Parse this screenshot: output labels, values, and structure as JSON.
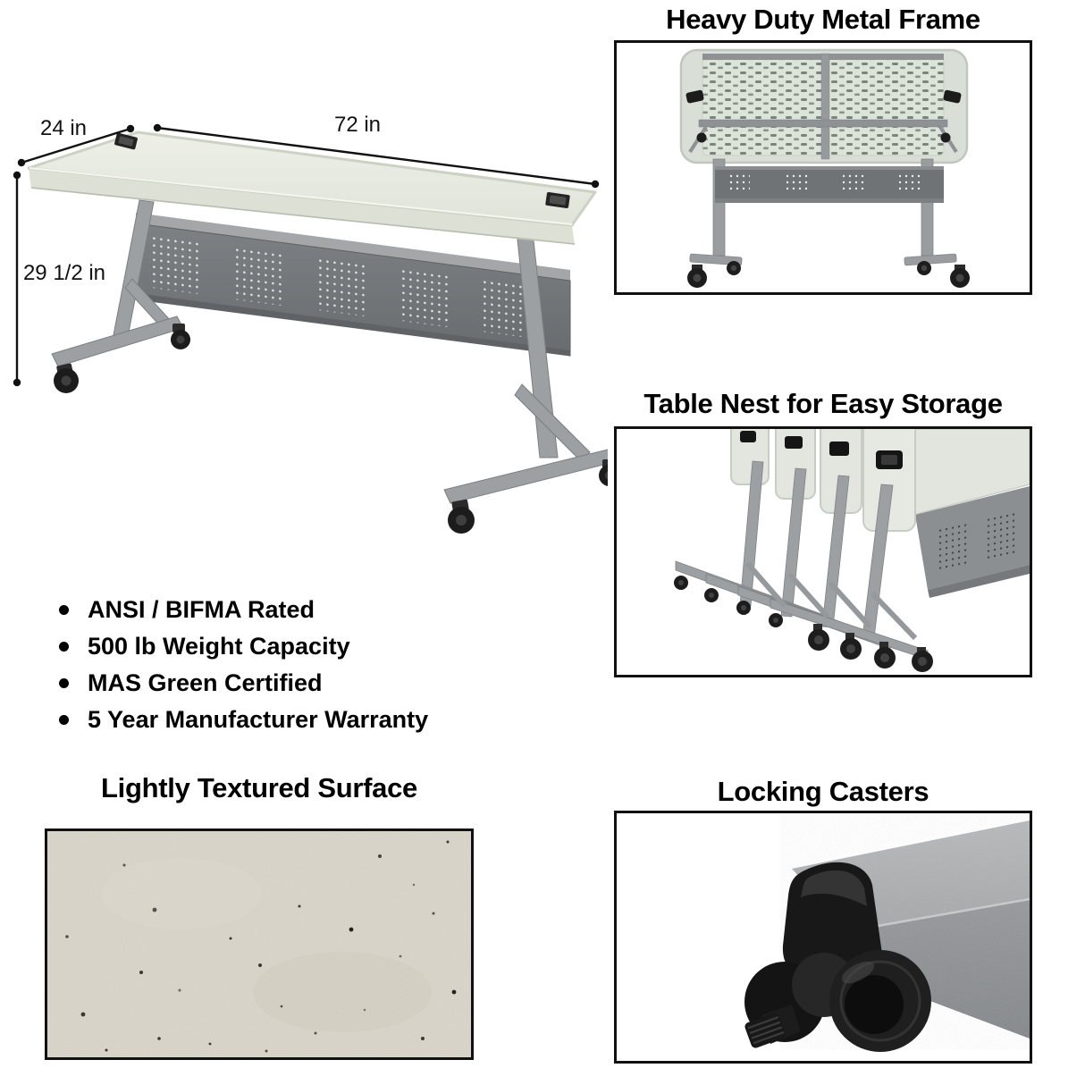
{
  "dimensions": {
    "depth": "24 in",
    "width": "72 in",
    "height": "29 1/2 in"
  },
  "features": [
    "ANSI / BIFMA Rated",
    "500 lb Weight Capacity",
    "MAS Green Certified",
    "5 Year Manufacturer Warranty"
  ],
  "callouts": {
    "metal_frame": {
      "title": "Heavy Duty Metal Frame"
    },
    "table_nest": {
      "title": "Table Nest for Easy Storage"
    },
    "textured_surface": {
      "title": "Lightly Textured Surface"
    },
    "locking_casters": {
      "title": "Locking Casters"
    }
  },
  "colors": {
    "background": "#ffffff",
    "title_text": "#000000",
    "photo_border": "#111111",
    "tabletop": "#e8eae1",
    "tabletop_underside": "#dce3da",
    "metal_frame": "#9b9da0",
    "modesty_panel": "#75797c",
    "caster_black": "#1f1f1f",
    "texture_surface": "#d9d5c9"
  }
}
